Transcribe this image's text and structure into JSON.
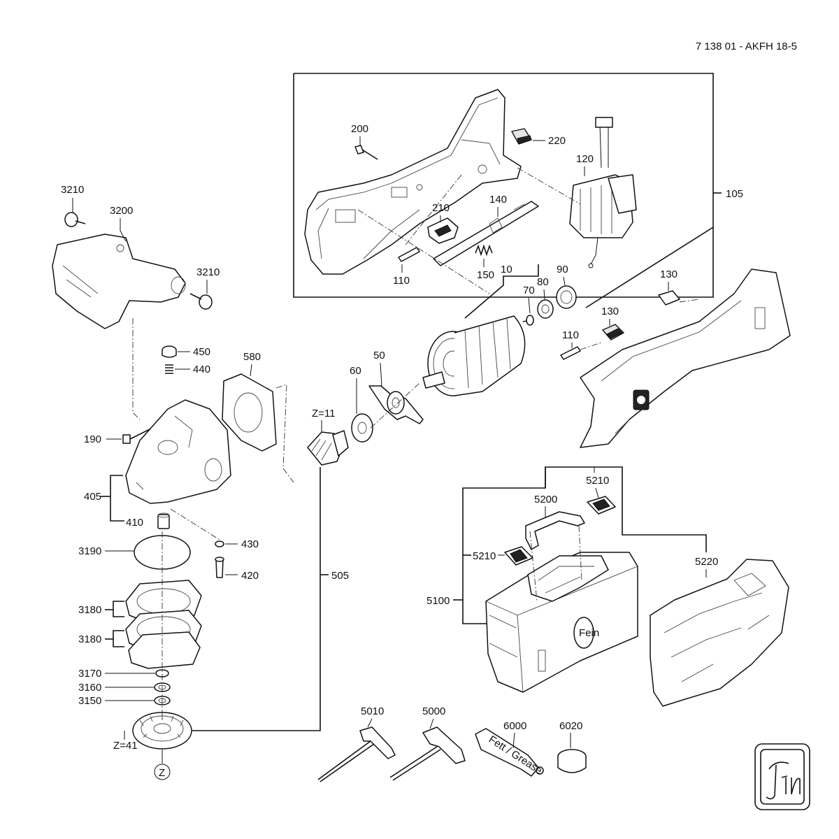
{
  "document_id": "7 138 01 - AKFH 18-5",
  "brand_logo_text": "Fein",
  "grease_tube_text": "Fett / Grease",
  "gear_labels": {
    "pinion": "Z=11",
    "crown": "Z=41",
    "circle": "Z"
  },
  "labels": {
    "p105": "105",
    "p200": "200",
    "p220": "220",
    "p120": "120",
    "p210": "210",
    "p140": "140",
    "p150": "150",
    "p110a": "110",
    "p10": "10",
    "p70": "70",
    "p80": "80",
    "p90": "90",
    "p130a": "130",
    "p130b": "130",
    "p110b": "110",
    "p3210a": "3210",
    "p3200": "3200",
    "p3210b": "3210",
    "p450": "450",
    "p440": "440",
    "p580": "580",
    "p60": "60",
    "p50": "50",
    "p190": "190",
    "p405": "405",
    "p410": "410",
    "p430": "430",
    "p420": "420",
    "p3190": "3190",
    "p505": "505",
    "p3180a": "3180",
    "p3180b": "3180",
    "p3170": "3170",
    "p3160": "3160",
    "p3150": "3150",
    "p5210a": "5210",
    "p5200": "5200",
    "p5210b": "5210",
    "p5220": "5220",
    "p5100": "5100",
    "p5010": "5010",
    "p5000": "5000",
    "p6000": "6000",
    "p6020": "6020"
  }
}
